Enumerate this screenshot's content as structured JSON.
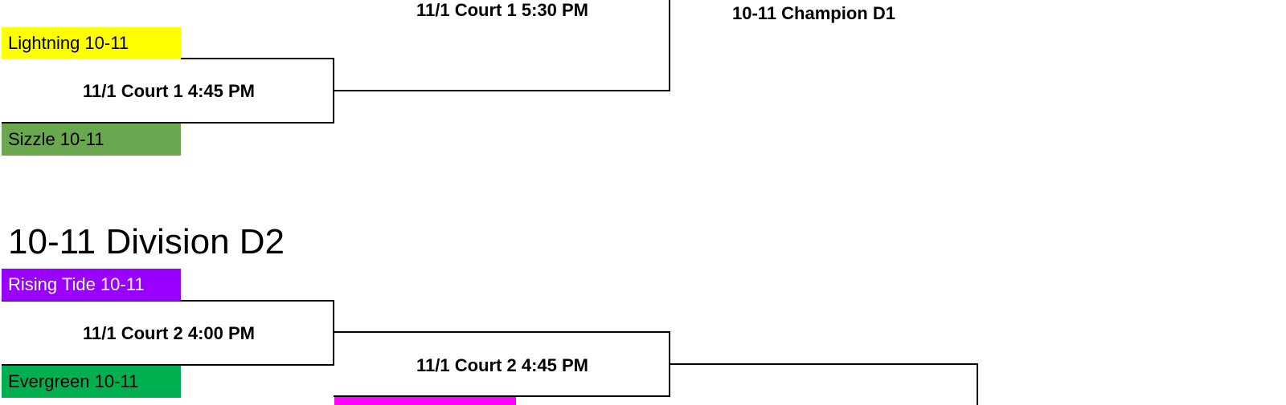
{
  "d1": {
    "final_game": "11/1 Court 1 5:30 PM",
    "champion": "10-11 Champion D1",
    "semifinal_game": "11/1 Court 1 4:45 PM",
    "teams": [
      {
        "name": "Lightning 10-11",
        "color": "#ffff00"
      },
      {
        "name": "Sizzle 10-11",
        "color": "#6aa84f"
      }
    ]
  },
  "d2": {
    "title": "10-11 Division D2",
    "round1_game": "11/1 Court 2 4:00 PM",
    "round2_game": "11/1 Court 2 4:45 PM",
    "teams": [
      {
        "name": "Rising Tide 10-11",
        "color": "#9900ff"
      },
      {
        "name": "Evergreen 10-11",
        "color": "#00b050"
      },
      {
        "name": "",
        "color": "#ff00ff"
      }
    ]
  }
}
